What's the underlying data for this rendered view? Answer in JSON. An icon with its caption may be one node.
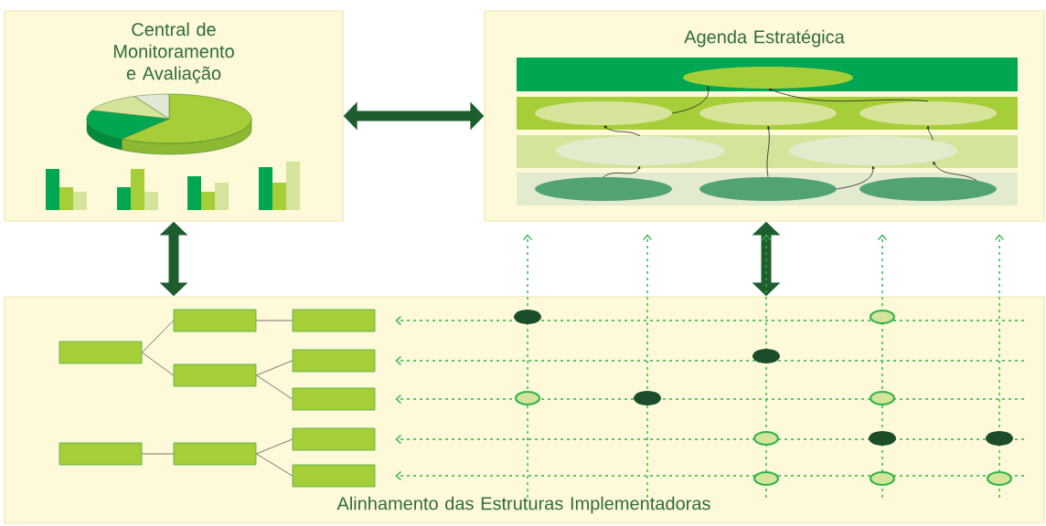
{
  "diagram": {
    "nodes": [
      {
        "text": [
          "Central de Monitoramento e Avaliação"
        ]
      },
      {
        "text": [
          "Agenda Estratégica"
        ]
      },
      {
        "text": [],
        "shape": "bar",
        "in": 1
      },
      {
        "text": [],
        "shape": "bar",
        "in": 1
      },
      {
        "text": [],
        "shape": "bar",
        "in": 1
      },
      {
        "text": [],
        "shape": "bar",
        "in": 1
      },
      {
        "text": [],
        "shape": "ellipse",
        "in": 2
      },
      {
        "text": [],
        "shape": "ellipse",
        "in": 3
      },
      {
        "text": [],
        "shape": "ellipse",
        "in": 3
      },
      {
        "text": [],
        "shape": "ellipse",
        "in": 3
      },
      {
        "text": [],
        "shape": "ellipse",
        "in": 4
      },
      {
        "text": [],
        "shape": "ellipse",
        "in": 4
      },
      {
        "text": [],
        "shape": "ellipse",
        "in": 5
      },
      {
        "text": [],
        "shape": "ellipse",
        "in": 5
      },
      {
        "text": [],
        "shape": "ellipse",
        "in": 5
      },
      {
        "text": [
          "Alinhamento das Estruturas Implementadoras"
        ]
      },
      {
        "text": [],
        "shape": "box",
        "in": 15
      },
      {
        "text": [],
        "shape": "box",
        "in": 15
      },
      {
        "text": [],
        "shape": "box",
        "in": 15
      },
      {
        "text": [],
        "shape": "box",
        "in": 15
      },
      {
        "text": [],
        "shape": "box",
        "in": 15
      },
      {
        "text": [],
        "shape": "box",
        "in": 15
      },
      {
        "text": [],
        "shape": "box",
        "in": 15
      },
      {
        "text": [],
        "shape": "box",
        "in": 15
      },
      {
        "text": [],
        "shape": "box",
        "in": 15
      },
      {
        "text": [],
        "shape": "box",
        "in": 15
      }
    ],
    "edges": [
      {
        "from": 0,
        "to": 1,
        "arrow": "both",
        "style": "thick",
        "color": "#1e5e2e"
      },
      {
        "from": 0,
        "to": 15,
        "arrow": "both",
        "style": "thick",
        "color": "#1e5e2e"
      },
      {
        "from": 1,
        "to": 15,
        "arrow": "both",
        "style": "thick",
        "color": "#1e5e2e"
      },
      {
        "from": 7,
        "to": 6,
        "arrow": "to",
        "color": "#222222"
      },
      {
        "from": 9,
        "to": 6,
        "arrow": "to",
        "color": "#222222"
      },
      {
        "from": 10,
        "to": 7,
        "arrow": "to",
        "color": "#222222"
      },
      {
        "from": 13,
        "to": 8,
        "arrow": "to",
        "color": "#222222"
      },
      {
        "from": 11,
        "to": 9,
        "arrow": "to",
        "color": "#222222"
      },
      {
        "from": 12,
        "to": 10,
        "arrow": "to",
        "color": "#222222"
      },
      {
        "from": 13,
        "to": 11,
        "arrow": "to",
        "color": "#222222"
      },
      {
        "from": 14,
        "to": 11,
        "arrow": "to",
        "color": "#222222"
      },
      {
        "from": 16,
        "to": 17,
        "arrow": "none",
        "color": "#555555"
      },
      {
        "from": 16,
        "to": 18,
        "arrow": "none",
        "color": "#555555"
      },
      {
        "from": 17,
        "to": 19,
        "arrow": "none",
        "color": "#555555"
      },
      {
        "from": 18,
        "to": 20,
        "arrow": "none",
        "color": "#555555"
      },
      {
        "from": 18,
        "to": 21,
        "arrow": "none",
        "color": "#555555"
      },
      {
        "from": 22,
        "to": 23,
        "arrow": "none",
        "color": "#555555"
      },
      {
        "from": 23,
        "to": 24,
        "arrow": "none",
        "color": "#555555"
      },
      {
        "from": 23,
        "to": 25,
        "arrow": "none",
        "color": "#555555"
      },
      {
        "from": null,
        "to": 19,
        "arrow": "to",
        "style": "dashed",
        "color": "#2db34a"
      },
      {
        "from": null,
        "to": 20,
        "arrow": "to",
        "style": "dashed",
        "color": "#2db34a"
      },
      {
        "from": null,
        "to": 21,
        "arrow": "to",
        "style": "dashed",
        "color": "#2db34a"
      },
      {
        "from": null,
        "to": 24,
        "arrow": "to",
        "style": "dashed",
        "color": "#2db34a"
      },
      {
        "from": null,
        "to": 25,
        "arrow": "to",
        "style": "dashed",
        "color": "#2db34a"
      },
      {
        "from": null,
        "to": 1,
        "arrow": "to",
        "style": "dashed",
        "color": "#2db34a"
      },
      {
        "from": null,
        "to": 1,
        "arrow": "to",
        "style": "dashed",
        "color": "#2db34a"
      },
      {
        "from": null,
        "to": 1,
        "arrow": "to",
        "style": "dashed",
        "color": "#2db34a"
      },
      {
        "from": null,
        "to": 1,
        "arrow": "to",
        "style": "dashed",
        "color": "#2db34a"
      },
      {
        "from": null,
        "to": 1,
        "arrow": "to",
        "style": "dashed",
        "color": "#2db34a"
      }
    ]
  }
}
